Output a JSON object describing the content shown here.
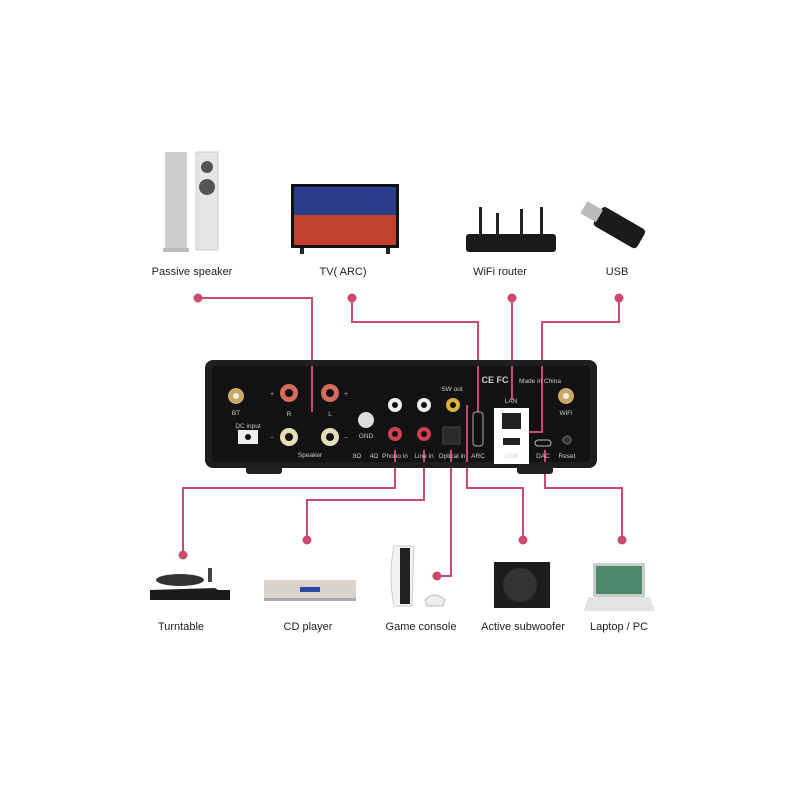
{
  "colors": {
    "line": "#c94b6d",
    "device": "#1c1c1e",
    "panel": "#111"
  },
  "top_devices": [
    {
      "label": "Passive speaker"
    },
    {
      "label": "TV( ARC)"
    },
    {
      "label": "WiFi router"
    },
    {
      "label": "USB"
    }
  ],
  "bottom_devices": [
    {
      "label": "Turntable"
    },
    {
      "label": "CD player"
    },
    {
      "label": "Game console"
    },
    {
      "label": "Active subwoofer"
    },
    {
      "label": "Laptop / PC"
    }
  ],
  "panel": {
    "bt": "BT",
    "wifi": "WiFi",
    "r": "R",
    "l": "L",
    "plus": "+",
    "minus": "−",
    "dc_input": "DC input",
    "speaker": "Speaker",
    "gnd": "GND",
    "ohm8": "8Ω",
    "ohm4": "4Ω",
    "phono_in": "Phono in",
    "line_in": "Line in",
    "optical_in": "Optical in",
    "sw_out": "SW out",
    "arc": "ARC",
    "lan": "LAN",
    "usb": "USB",
    "dac": "DAC",
    "reset": "Reset",
    "certs": "CE FC",
    "made_in": "Made in China"
  }
}
